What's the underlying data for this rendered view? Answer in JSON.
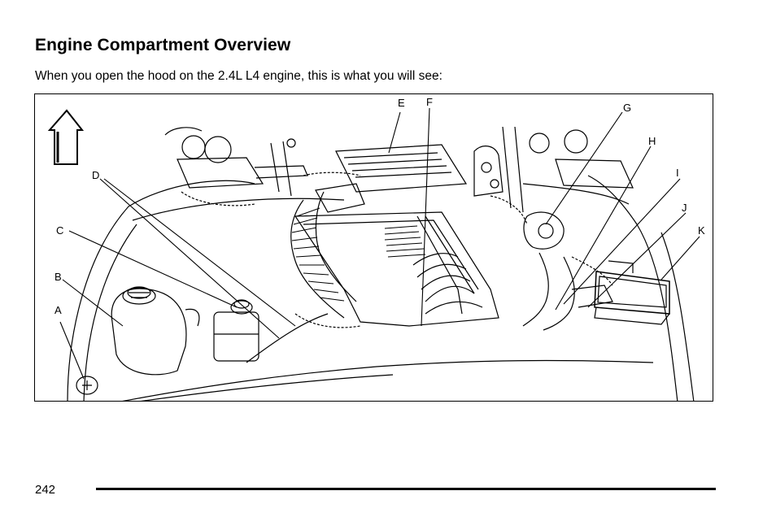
{
  "page": {
    "title": "Engine Compartment Overview",
    "intro": "When you open the hood on the 2.4L L4 engine, this is what you will see:",
    "page_number": "242"
  },
  "figure": {
    "callouts": [
      {
        "id": "A",
        "label": "A"
      },
      {
        "id": "B",
        "label": "B"
      },
      {
        "id": "C",
        "label": "C"
      },
      {
        "id": "D",
        "label": "D"
      },
      {
        "id": "E",
        "label": "E"
      },
      {
        "id": "F",
        "label": "F"
      },
      {
        "id": "G",
        "label": "G"
      },
      {
        "id": "H",
        "label": "H"
      },
      {
        "id": "I",
        "label": "I"
      },
      {
        "id": "J",
        "label": "J"
      },
      {
        "id": "K",
        "label": "K"
      }
    ],
    "icons": [
      "front-direction-arrow-icon"
    ]
  }
}
